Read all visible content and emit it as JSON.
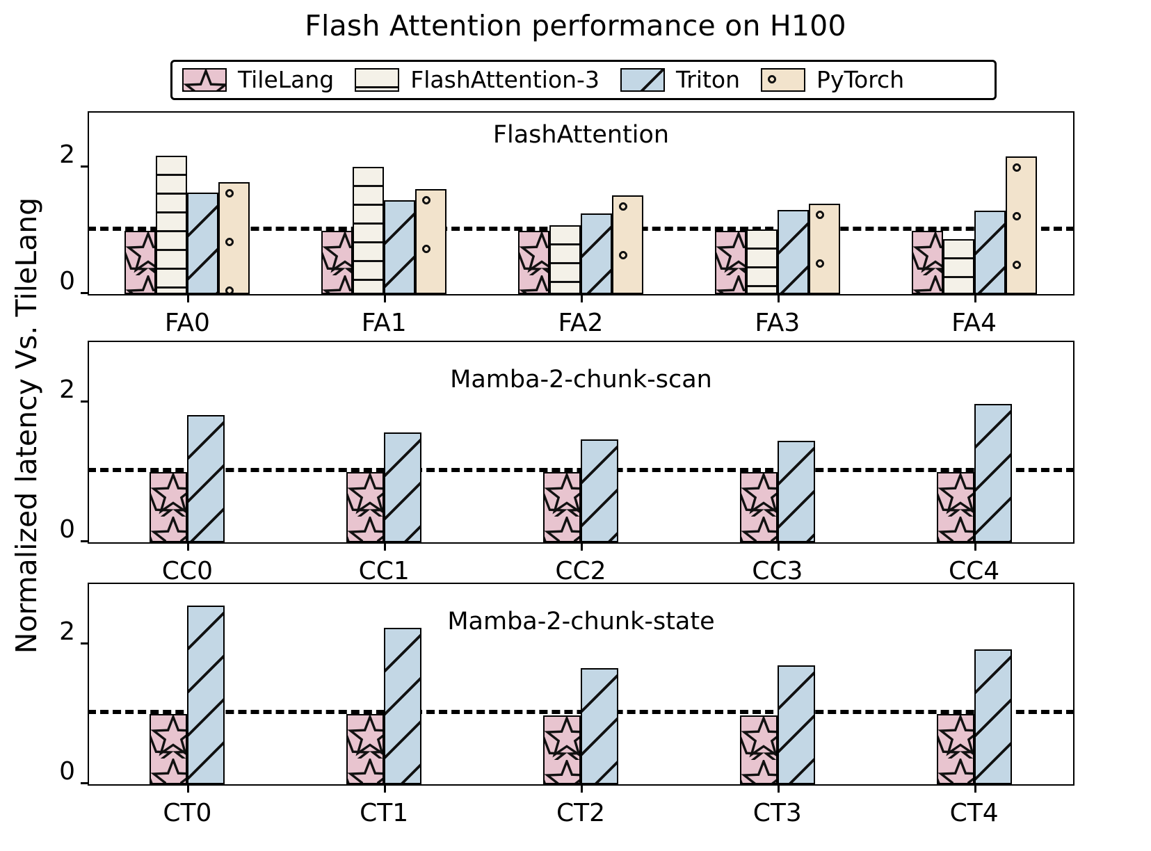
{
  "figure": {
    "title": "Flash Attention performance on H100",
    "ylabel": "Normalized latency Vs. TileLang"
  },
  "legend": {
    "entries": [
      {
        "label": "TileLang",
        "icon": "star-hatch-swatch",
        "color": "#e8c4cf"
      },
      {
        "label": "FlashAttention-3",
        "icon": "horizontal-line-hatch-swatch",
        "color": "#f4f1e8"
      },
      {
        "label": "Triton",
        "icon": "diagonal-hatch-swatch",
        "color": "#c3d7e5"
      },
      {
        "label": "PyTorch",
        "icon": "dot-hatch-swatch",
        "color": "#f2e3cc"
      }
    ]
  },
  "chart_data": [
    {
      "type": "bar",
      "title": "FlashAttention",
      "xlabel": "",
      "ylabel": "Normalized latency Vs. TileLang",
      "categories": [
        "FA0",
        "FA1",
        "FA2",
        "FA3",
        "FA4"
      ],
      "yticks": [
        0,
        2
      ],
      "ylim": [
        0,
        2.85
      ],
      "reference_line": 1.0,
      "grid": false,
      "legend_position": "above-figure",
      "series": [
        {
          "name": "TileLang",
          "values": [
            1.0,
            1.0,
            1.0,
            1.0,
            1.0
          ]
        },
        {
          "name": "FlashAttention-3",
          "values": [
            2.18,
            2.01,
            1.08,
            1.02,
            0.87
          ]
        },
        {
          "name": "Triton",
          "values": [
            1.6,
            1.48,
            1.27,
            1.33,
            1.32
          ]
        },
        {
          "name": "PyTorch",
          "values": [
            1.76,
            1.65,
            1.56,
            1.43,
            2.17
          ]
        }
      ]
    },
    {
      "type": "bar",
      "title": "Mamba-2-chunk-scan",
      "xlabel": "",
      "ylabel": "Normalized latency Vs. TileLang",
      "categories": [
        "CC0",
        "CC1",
        "CC2",
        "CC3",
        "CC4"
      ],
      "yticks": [
        0,
        2
      ],
      "ylim": [
        0,
        2.85
      ],
      "reference_line": 1.0,
      "grid": false,
      "series": [
        {
          "name": "TileLang",
          "values": [
            1.0,
            1.0,
            1.0,
            1.0,
            1.0
          ]
        },
        {
          "name": "Triton",
          "values": [
            1.82,
            1.57,
            1.47,
            1.45,
            1.98
          ]
        }
      ]
    },
    {
      "type": "bar",
      "title": "Mamba-2-chunk-state",
      "xlabel": "",
      "ylabel": "Normalized latency Vs. TileLang",
      "categories": [
        "CT0",
        "CT1",
        "CT2",
        "CT3",
        "CT4"
      ],
      "yticks": [
        0,
        2
      ],
      "ylim": [
        0,
        2.85
      ],
      "reference_line": 1.0,
      "grid": false,
      "series": [
        {
          "name": "TileLang",
          "values": [
            1.0,
            1.0,
            0.98,
            0.98,
            1.0
          ]
        },
        {
          "name": "Triton",
          "values": [
            2.55,
            2.23,
            1.66,
            1.7,
            1.93
          ]
        }
      ]
    }
  ]
}
